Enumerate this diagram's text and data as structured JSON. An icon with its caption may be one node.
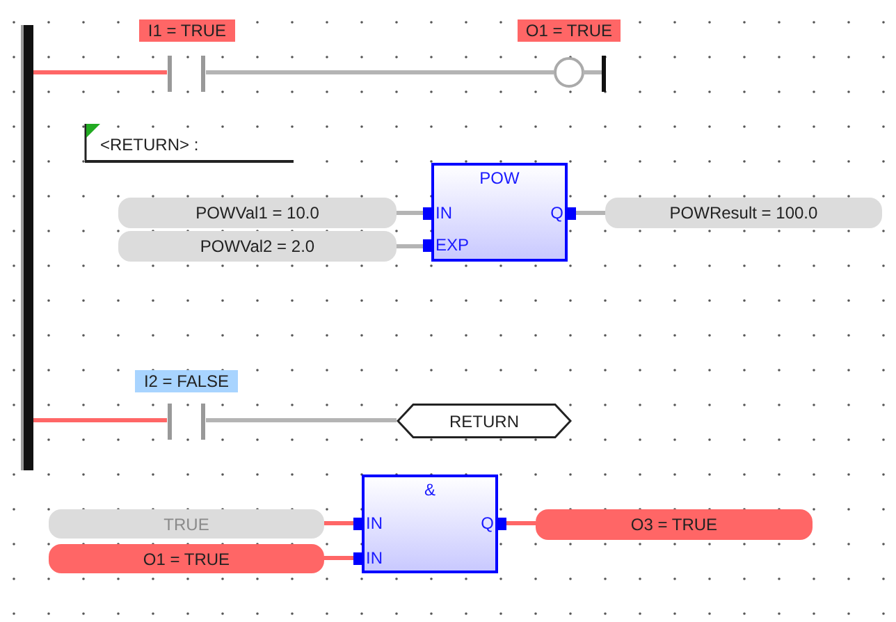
{
  "diagram": {
    "nodes": [
      {
        "text": [],
        "shape": "bar"
      },
      {
        "text": [
          "I1 = TRUE"
        ]
      },
      {
        "text": [
          "O1 = TRUE"
        ]
      },
      {
        "text": [
          "POWVal1 = 10.0"
        ]
      },
      {
        "text": [
          "POWVal2 = 2.0"
        ]
      },
      {
        "text": [
          "POW",
          "IN",
          "EXP",
          "Q"
        ]
      },
      {
        "text": [
          "POWResult = 100.0"
        ]
      },
      {
        "text": [
          "I2 = FALSE"
        ]
      },
      {
        "text": [
          "RETURN"
        ]
      },
      {
        "text": [
          "TRUE"
        ]
      },
      {
        "text": [
          "O1 = TRUE"
        ]
      },
      {
        "text": [
          "&",
          "IN",
          "IN",
          "Q"
        ]
      },
      {
        "text": [
          "O3 = TRUE"
        ]
      }
    ],
    "edges": [
      {
        "from": 0,
        "to": 1,
        "arrow": "none",
        "color": "#ff6666"
      },
      {
        "from": 1,
        "to": 2,
        "arrow": "none",
        "color": "#b4b4b4"
      },
      {
        "from": 3,
        "to": 5,
        "arrow": "none",
        "color": "#b4b4b4"
      },
      {
        "from": 4,
        "to": 5,
        "arrow": "none",
        "color": "#b4b4b4"
      },
      {
        "from": 5,
        "to": 6,
        "arrow": "none",
        "color": "#b4b4b4"
      },
      {
        "from": 0,
        "to": 7,
        "arrow": "none",
        "color": "#ff6666"
      },
      {
        "from": 7,
        "to": 8,
        "arrow": "none",
        "color": "#b4b4b4"
      },
      {
        "from": 9,
        "to": 11,
        "arrow": "none",
        "color": "#ff6666"
      },
      {
        "from": 10,
        "to": 11,
        "arrow": "none",
        "color": "#ff6666"
      },
      {
        "from": 11,
        "to": 12,
        "arrow": "none",
        "color": "#ff6666"
      }
    ],
    "labels": [
      "<RETURN> :"
    ]
  }
}
